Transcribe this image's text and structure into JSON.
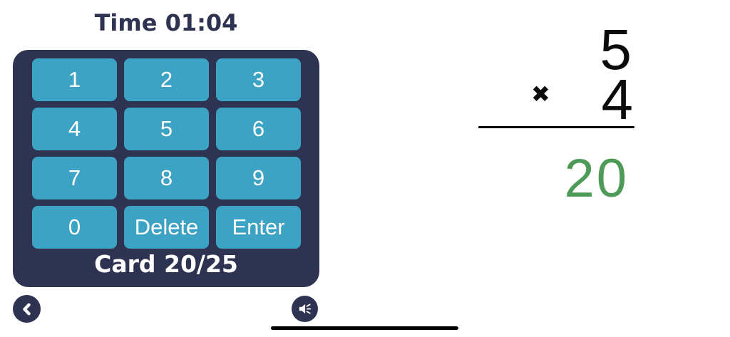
{
  "colors": {
    "panel_navy": "#2f3352",
    "key_teal": "#3da3c4",
    "answer_green": "#4e9b57",
    "problem_black": "#0b0b0b",
    "key_text_white": "#ffffff",
    "background": "#ffffff"
  },
  "timer": {
    "label": "Time 01:04"
  },
  "keypad": {
    "keys": [
      "1",
      "2",
      "3",
      "4",
      "5",
      "6",
      "7",
      "8",
      "9",
      "0",
      "Delete",
      "Enter"
    ],
    "card_label": "Card 20/25"
  },
  "problem": {
    "top_operand": "5",
    "operator": "✖",
    "bottom_operand": "4",
    "answer": "20"
  },
  "icons": {
    "back": "chevron-left-icon",
    "audio": "speaker-waves-icon"
  }
}
